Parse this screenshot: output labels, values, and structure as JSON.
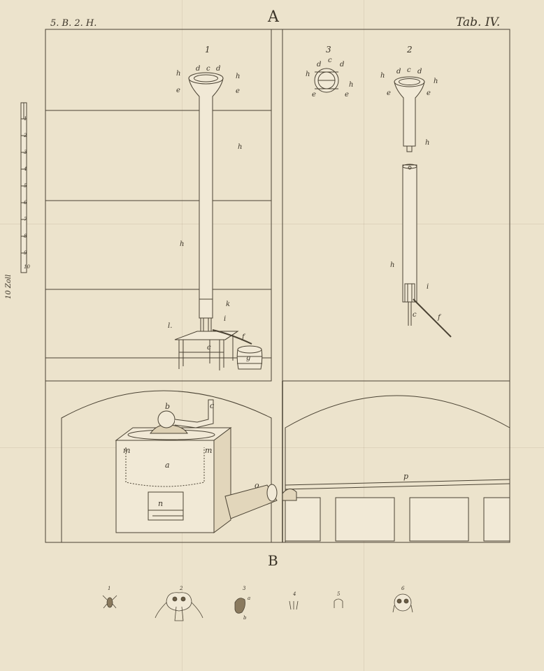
{
  "header": {
    "left": "5. B. 2. H.",
    "center": "A",
    "right": "Tab. IV."
  },
  "section_b": "B",
  "scale": {
    "ticks": [
      "1",
      "2",
      "3",
      "4",
      "5",
      "6",
      "7",
      "8",
      "9",
      "10"
    ],
    "caption": "10 Zoll"
  },
  "fig1": {
    "number": "1",
    "labels": {
      "d1": "d",
      "c": "c",
      "d2": "d",
      "h_left": "h",
      "h_right": "h",
      "e_left": "e",
      "e_right": "e",
      "h_mid": "h",
      "h_low": "h",
      "k": "k",
      "i": "i",
      "l": "l.",
      "c_table": "c",
      "f": "f",
      "g": "g"
    }
  },
  "fig2": {
    "number": "2",
    "labels": {
      "h_left": "h",
      "d1": "d",
      "c": "c",
      "d2": "d",
      "h_right": "h",
      "e_left": "e",
      "e_right": "e",
      "h_mid": "h",
      "h_low": "h",
      "i": "i",
      "c_low": "c",
      "f": "f"
    }
  },
  "fig3": {
    "number": "3",
    "labels": {
      "d1": "d",
      "c": "c",
      "d2": "d",
      "h_left": "h",
      "h_right": "h",
      "e_left": "e",
      "e_right": "e"
    }
  },
  "furnace": {
    "labels": {
      "b": "b",
      "c": "c",
      "m_left": "m",
      "m_right": "m",
      "a": "a",
      "n": "n",
      "o": "o",
      "p": "p"
    }
  },
  "insects": {
    "numbers": [
      "1",
      "2",
      "3",
      "4",
      "5",
      "6"
    ],
    "sub": {
      "a": "a",
      "b": "b"
    }
  }
}
